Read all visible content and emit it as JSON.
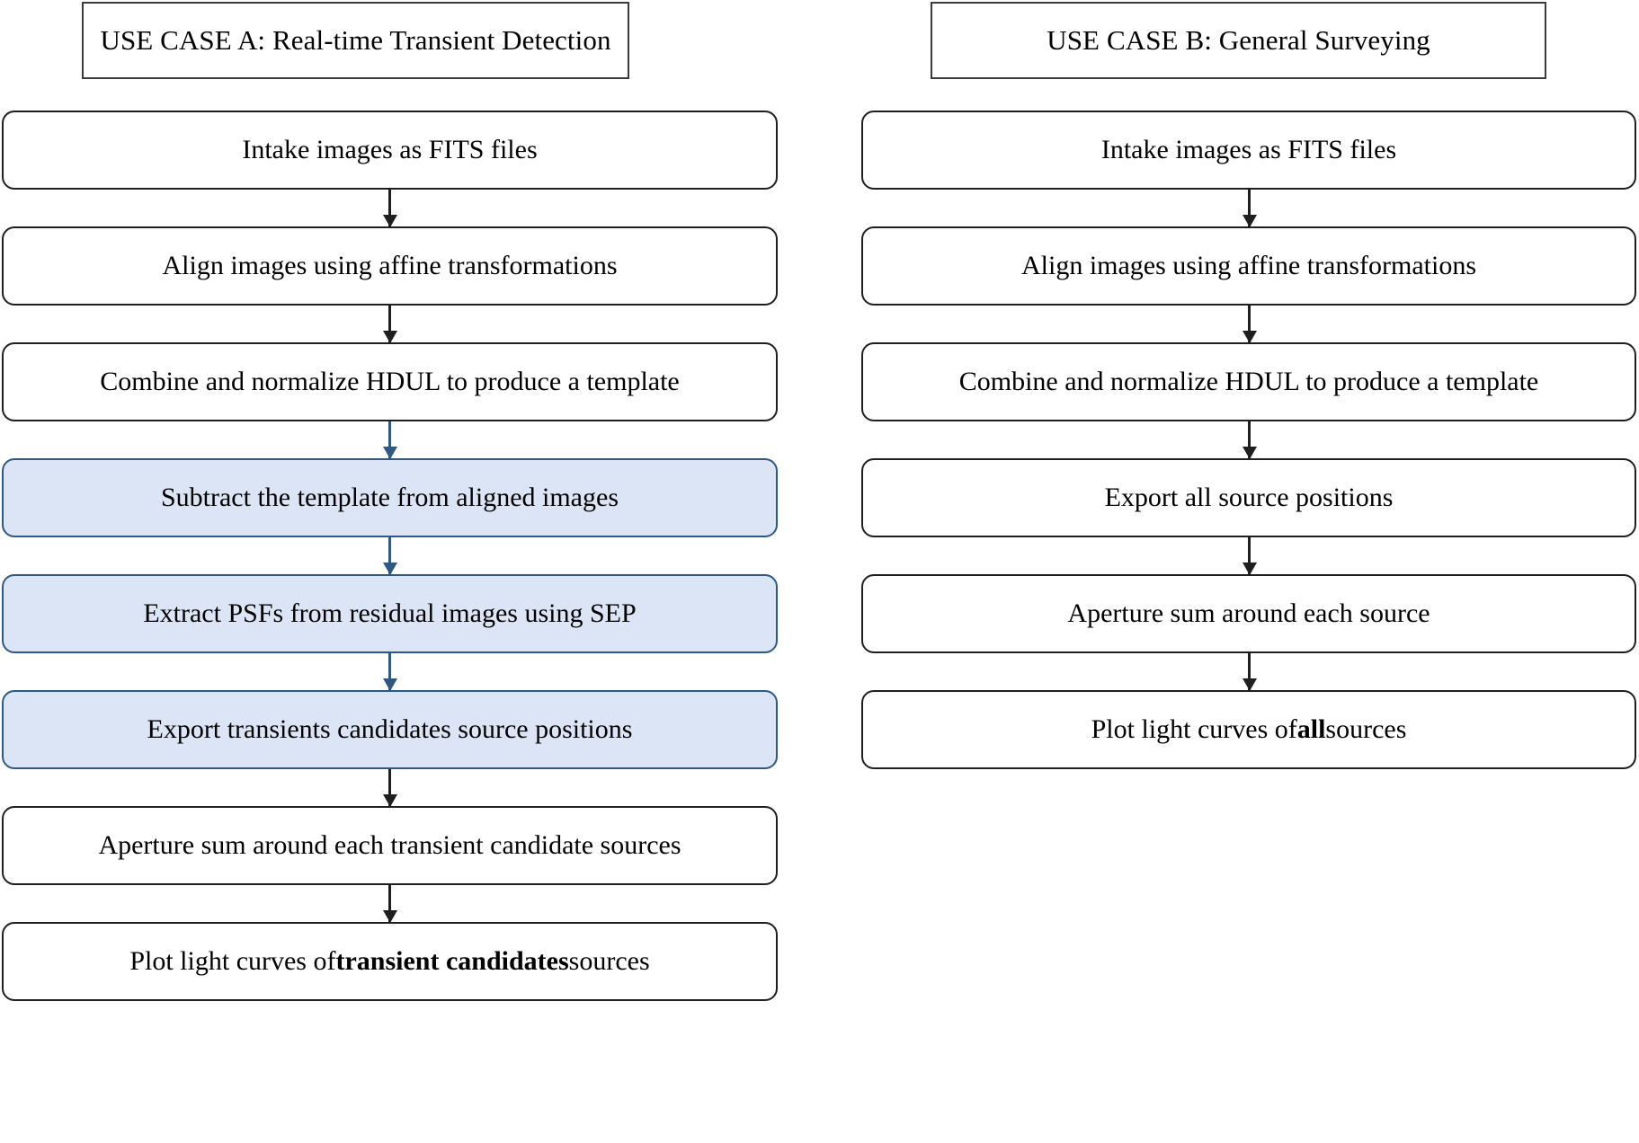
{
  "figure": {
    "type": "flowchart",
    "orientation": "two-column-vertical",
    "columns": 2,
    "colors": {
      "box_border": "#1f1f1f",
      "box_fill": "#ffffff",
      "highlight_fill": "#dbe5f5",
      "highlight_border": "#2e5984",
      "arrow": "#1f1f1f",
      "highlight_arrow": "#2e5984",
      "text": "#000000"
    }
  },
  "use_case_a": {
    "header": "USE CASE A: Real-time Transient Detection",
    "steps": [
      {
        "label": "Intake images as FITS files",
        "highlighted": false
      },
      {
        "label": "Align images using affine transformations",
        "highlighted": false
      },
      {
        "label": "Combine and normalize HDUL to produce a template",
        "highlighted": false
      },
      {
        "label": "Subtract the template from aligned images",
        "highlighted": true
      },
      {
        "label": "Extract PSFs from residual images using SEP",
        "highlighted": true
      },
      {
        "label": "Export transients candidates source positions",
        "highlighted": true
      },
      {
        "label": "Aperture sum around each transient candidate sources",
        "highlighted": false
      },
      {
        "label_prefix": "Plot light curves of ",
        "label_bold": "transient candidates",
        "label_suffix": " sources",
        "highlighted": false
      }
    ]
  },
  "use_case_b": {
    "header": "USE CASE B: General Surveying",
    "steps": [
      {
        "label": "Intake images as FITS files",
        "highlighted": false
      },
      {
        "label": "Align images using affine transformations",
        "highlighted": false
      },
      {
        "label": "Combine and normalize HDUL to produce a template",
        "highlighted": false
      },
      {
        "label": "Export all source positions",
        "highlighted": false
      },
      {
        "label": "Aperture sum around each source",
        "highlighted": false
      },
      {
        "label_prefix": "Plot light curves of ",
        "label_bold": "all",
        "label_suffix": " sources",
        "highlighted": false
      }
    ]
  }
}
